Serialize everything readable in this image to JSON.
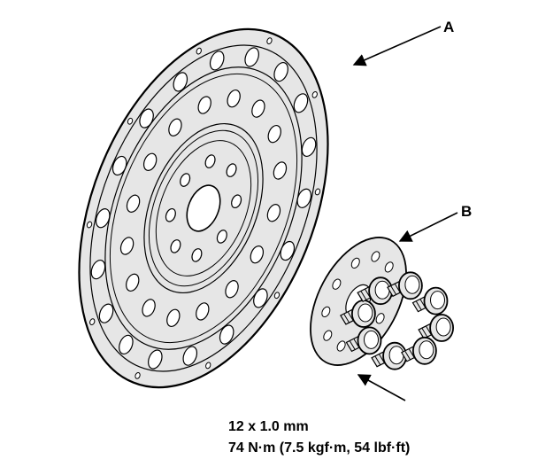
{
  "callouts": {
    "a": "A",
    "b": "B"
  },
  "bolt_spec": {
    "size": "12 x 1.0 mm",
    "torque": "74 N·m (7.5 kgf·m, 54 lbf·ft)"
  },
  "colors": {
    "plate_fill": "#e6e6e6",
    "line": "#000000",
    "background": "#ffffff"
  }
}
